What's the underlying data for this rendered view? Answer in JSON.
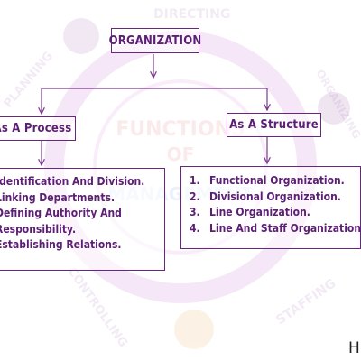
{
  "root": {
    "label": "ORGANIZATION"
  },
  "process": {
    "label": "As A Process",
    "items": [
      "Identification And Division.",
      "Linking Departments.",
      "Defining Authority And",
      "Responsibility.",
      "Establishing Relations."
    ]
  },
  "structure": {
    "label": "As A Structure",
    "items": [
      {
        "num": "1.",
        "text": "Functional Organization."
      },
      {
        "num": "2.",
        "text": "Divisional Organization."
      },
      {
        "num": "3.",
        "text": "Line Organization."
      },
      {
        "num": "4.",
        "text": "Line And Staff Organization."
      }
    ]
  },
  "watermark": {
    "center_lines": [
      "FUNCTIONS",
      "OF",
      "MANAGEMENT"
    ],
    "ring_words": [
      "DIRECTING",
      "ORGANIZING",
      "STAFFING",
      "CONTROLLING",
      "PLANNING"
    ]
  },
  "corner": "H",
  "colors": {
    "border": "#6b2580",
    "text": "#5b1f73",
    "line": "#7a3a8f"
  }
}
